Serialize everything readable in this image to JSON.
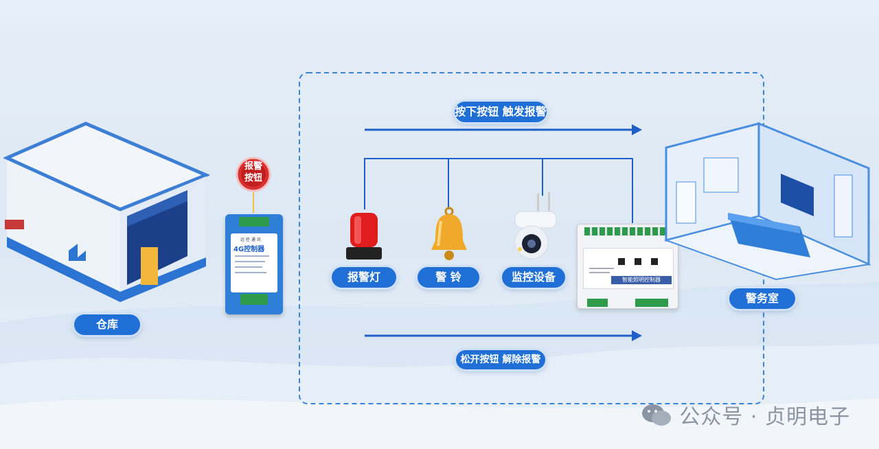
{
  "labels": {
    "warehouse": "仓库",
    "alarm_light": "报警灯",
    "bell": "警 铃",
    "camera": "监控设备",
    "police_room": "警务室"
  },
  "flow": {
    "press": "按下按钮 触发报警",
    "release": "松开按钮 解除报警"
  },
  "alarm_button": {
    "line1": "报警",
    "line2": "按钮"
  },
  "controller_4g": {
    "title": "4G控制器",
    "brand": "远 控 通 讯"
  },
  "smart_controller": {
    "title": "智能照明控制器"
  },
  "watermark": {
    "text": "公众号 · 贞明电子"
  },
  "colors": {
    "accent": "#1f6fd6",
    "line": "#1f5fc8",
    "dash": "#3b82d9"
  }
}
